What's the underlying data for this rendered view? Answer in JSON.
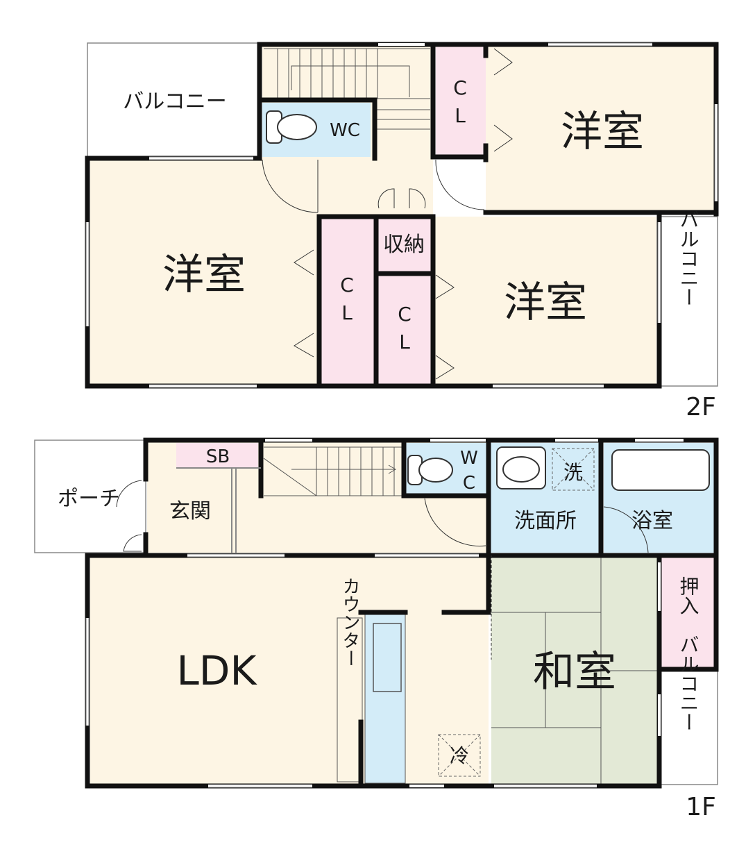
{
  "floor2": {
    "floor_label": "2F",
    "balcony_top": "バルコニー",
    "wc": "WC",
    "cl_top": "C\nL",
    "room_ne": "洋室",
    "room_w": "洋室",
    "room_c": "洋室",
    "storage": "収納",
    "cl_mid": "C\nL",
    "cl_mid2": "C\nL",
    "balcony_e": "バルコニー"
  },
  "floor1": {
    "floor_label": "1F",
    "porch": "ポーチ",
    "sb": "SB",
    "entrance": "玄関",
    "wc": "W\nC",
    "washer": "洗",
    "washroom": "洗面所",
    "bath": "浴室",
    "ldk": "LDK",
    "counter": "カウンター",
    "fridge": "冷",
    "washitsu": "和室",
    "oshiire": "押入",
    "balcony_e": "バルコニー"
  },
  "colors": {
    "room": "#fdf5e4",
    "closet": "#fbe3ec",
    "wet": "#d3ecf8",
    "tatami": "#e3e9d6",
    "wall": "#111111"
  }
}
